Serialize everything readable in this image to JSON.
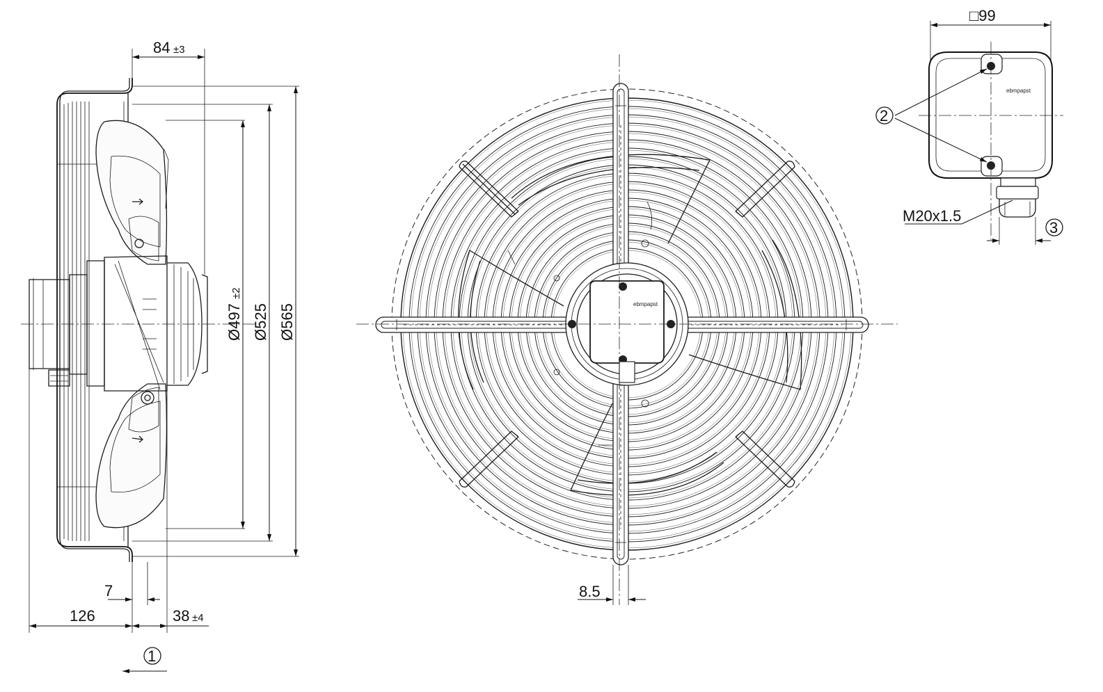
{
  "side_view": {
    "dim_top": "84",
    "dim_top_tol": "±3",
    "dia_497": "Ø497",
    "dia_497_tol": "±2",
    "dia_525": "Ø525",
    "dia_565": "Ø565",
    "dim_7": "7",
    "dim_126": "126",
    "dim_38": "38",
    "dim_38_tol": "±4",
    "callout_1": "1"
  },
  "front_view": {
    "dim_8_5": "8.5",
    "brand": "ebmpapst"
  },
  "terminal_box": {
    "dim_square": "□99",
    "brand": "ebmpapst",
    "callout_2": "2",
    "thread": "M20x1.5",
    "callout_3": "3"
  }
}
